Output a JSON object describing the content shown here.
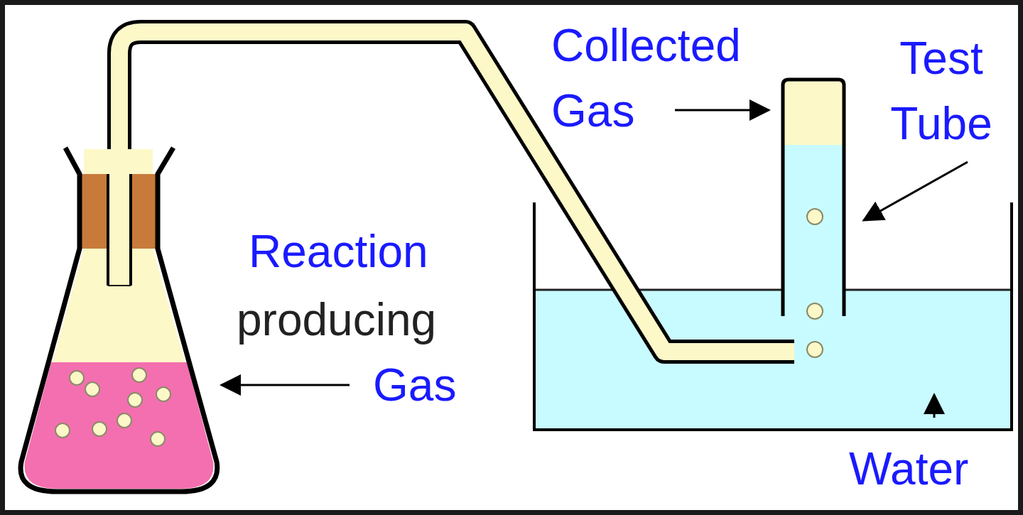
{
  "diagram": {
    "labels": [
      "Collected Gas",
      "Test Tube",
      "Reaction",
      "producing",
      "Gas",
      "Water"
    ]
  }
}
